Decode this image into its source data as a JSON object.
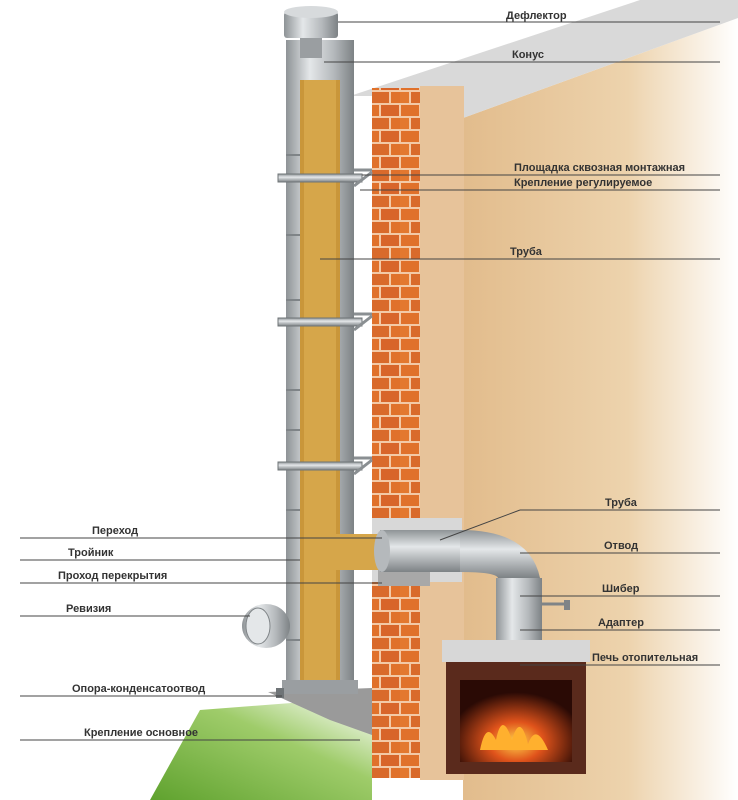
{
  "colors": {
    "accent_line": "#444444",
    "label_text": "#333333",
    "brick": "#e0712b",
    "wall_plaster": "#e6c49a",
    "insulation": "#c9963a",
    "steel": "#bfc3c6",
    "grass": "#6fb03a",
    "stove_body": "#5a2a1c",
    "fire": "#e0531b"
  },
  "labels": {
    "deflector": "Дефлектор",
    "cone": "Конус",
    "platform": "Площадка сквозная монтажная",
    "bracket_adjustable": "Крепление регулируемое",
    "pipe_top": "Труба",
    "pipe_side": "Труба",
    "transition": "Переход",
    "elbow": "Отвод",
    "tee": "Тройник",
    "ceiling_pass": "Проход перекрытия",
    "damper": "Шибер",
    "revision": "Ревизия",
    "adapter": "Адаптер",
    "stove": "Печь отопительная",
    "condensate_support": "Опора-конденсатоотвод",
    "main_bracket": "Крепление основное"
  }
}
